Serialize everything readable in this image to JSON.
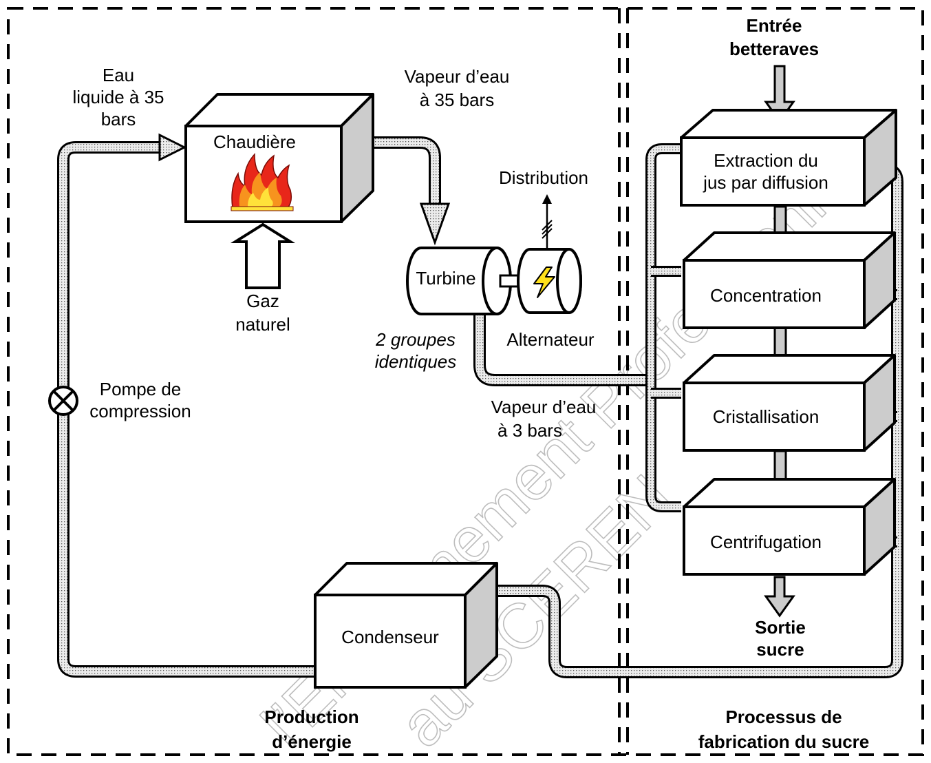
{
  "sections": {
    "energy": [
      "Production",
      "d’énergie"
    ],
    "process": [
      "Processus de",
      "fabrication du sucre"
    ]
  },
  "units": {
    "boiler": "Chaudière",
    "turbine": "Turbine",
    "alternator": "Alternateur",
    "condenser": "Condenseur",
    "extraction": [
      "Extraction du",
      "jus par diffusion"
    ],
    "concentration": "Concentration",
    "crystallisation": "Cristallisation",
    "centrifugation": "Centrifugation"
  },
  "labels": {
    "water_in": [
      "Eau",
      "liquide à 35",
      "bars"
    ],
    "steam_hp": [
      "Vapeur d’eau",
      "à 35 bars"
    ],
    "gas": [
      "Gaz",
      "naturel"
    ],
    "distribution": "Distribution",
    "groups": [
      "2 groupes",
      "identiques"
    ],
    "steam_lp": [
      "Vapeur d’eau",
      "à 3 bars"
    ],
    "pump": [
      "Pompe de",
      "compression"
    ],
    "beet_in": [
      "Entrée",
      "betteraves"
    ],
    "sugar_out": [
      "Sortie",
      "sucre"
    ]
  },
  "watermark": [
    "l’Enseignement Professionnel",
    "au SCEREN"
  ],
  "colors": {
    "stroke": "#000000",
    "box_side": "#cccccc",
    "pipe_fill": "#ececec",
    "pipe_dots": "#555555",
    "flame_outer": "#e8271a",
    "flame_mid": "#f7931e",
    "flame_core": "#ffe23a",
    "bolt": "#ffe11a"
  },
  "icons": [
    "flame-icon",
    "lightning-icon",
    "pump-icon"
  ]
}
